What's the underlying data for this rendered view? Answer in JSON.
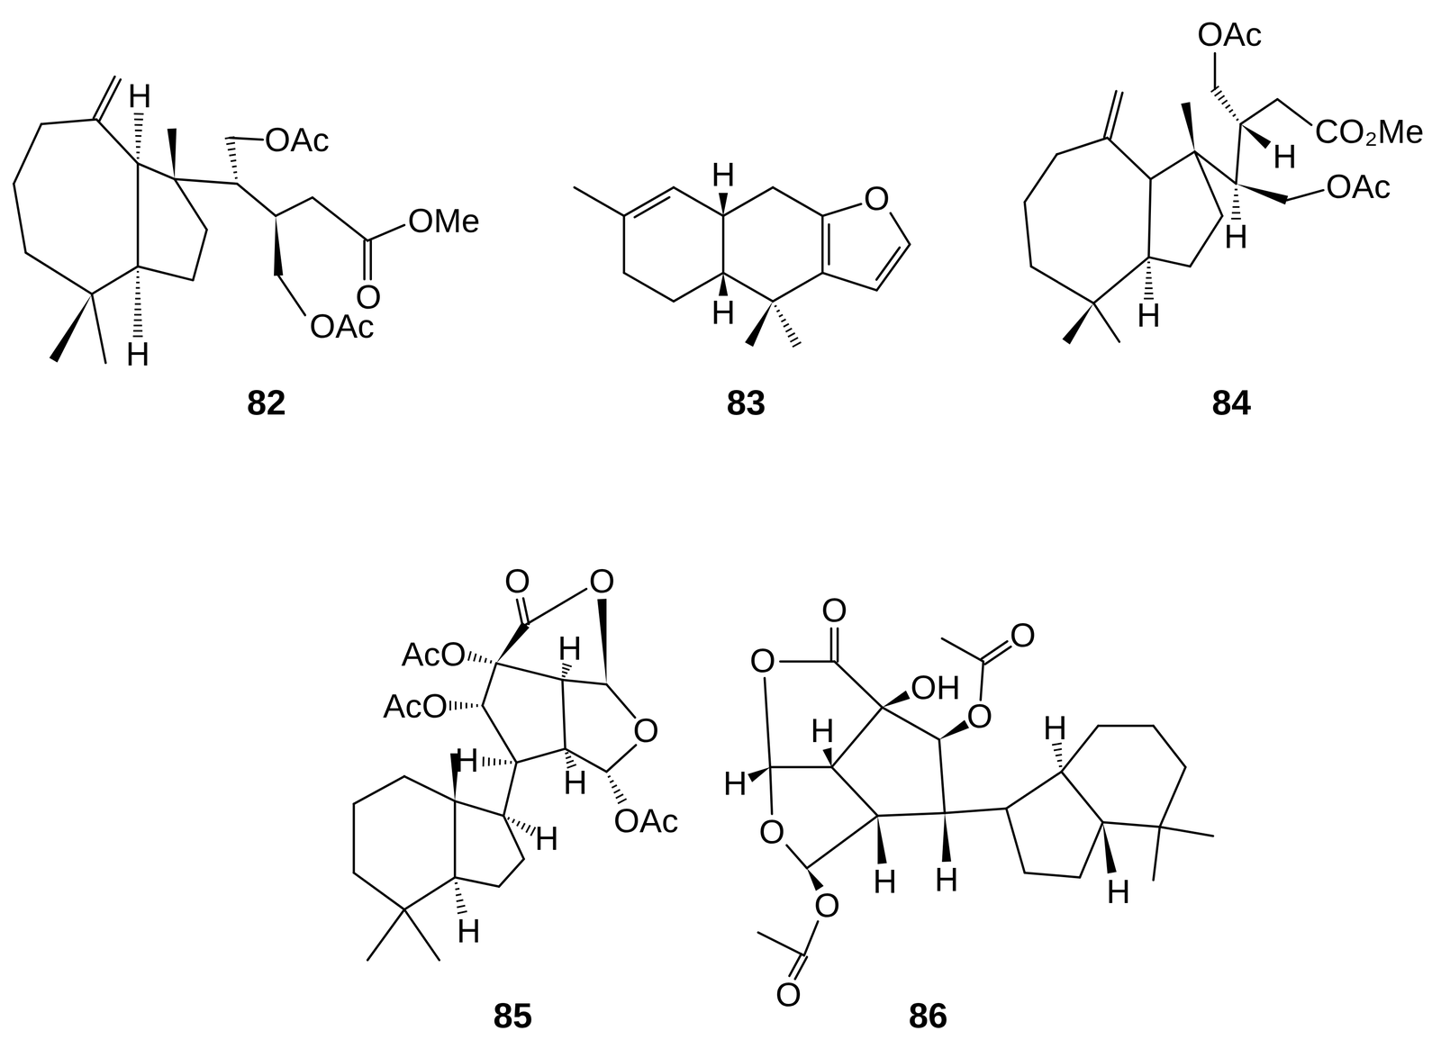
{
  "diagram": {
    "labels": [
      "OAc",
      "H",
      "OMe",
      "O",
      "OAc",
      "H",
      "82",
      "H",
      "O",
      "H",
      "83",
      "OAc",
      "CO₂Me",
      "H",
      "OAc",
      "H",
      "H",
      "84",
      "O",
      "O",
      "AcO",
      "H",
      "AcO",
      "O",
      "H",
      "H",
      "OAc",
      "H",
      "H",
      "85",
      "O",
      "O",
      "O",
      "OH",
      "O",
      "H",
      "H",
      "H",
      "O",
      "H",
      "H",
      "O",
      "H",
      "O",
      "86"
    ]
  }
}
